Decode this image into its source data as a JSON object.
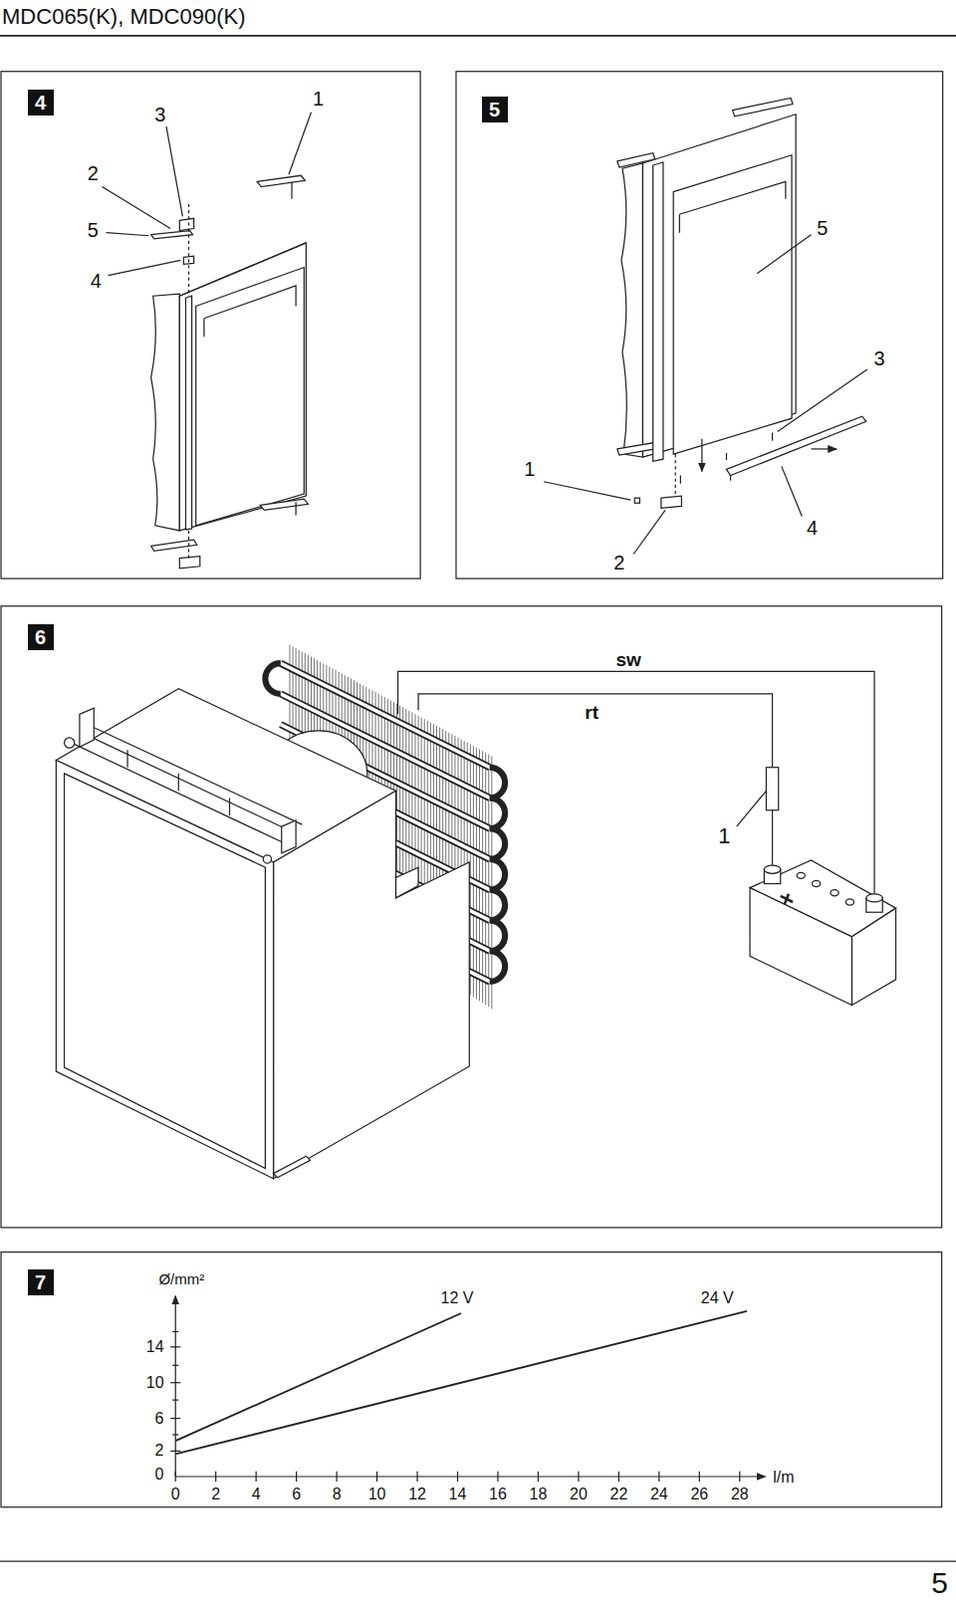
{
  "diagram": {
    "title": "MDC065(K), MDC090(K)",
    "nodes": [
      {
        "text": [
          "4"
        ]
      },
      {
        "text": [
          "5"
        ]
      },
      {
        "text": [
          "6"
        ]
      },
      {
        "text": [
          "7"
        ]
      }
    ],
    "labels": [
      "3",
      "1",
      "2",
      "5",
      "4",
      "5",
      "3",
      "1",
      "4",
      "2",
      "sw",
      "rt",
      "1",
      "Ø/mm²",
      "12 V",
      "24 V",
      "14",
      "10",
      "6",
      "2",
      "0",
      "0",
      "2",
      "4",
      "6",
      "8",
      "10",
      "12",
      "14",
      "16",
      "18",
      "20",
      "22",
      "24",
      "26",
      "28",
      "l/m",
      "5"
    ]
  }
}
